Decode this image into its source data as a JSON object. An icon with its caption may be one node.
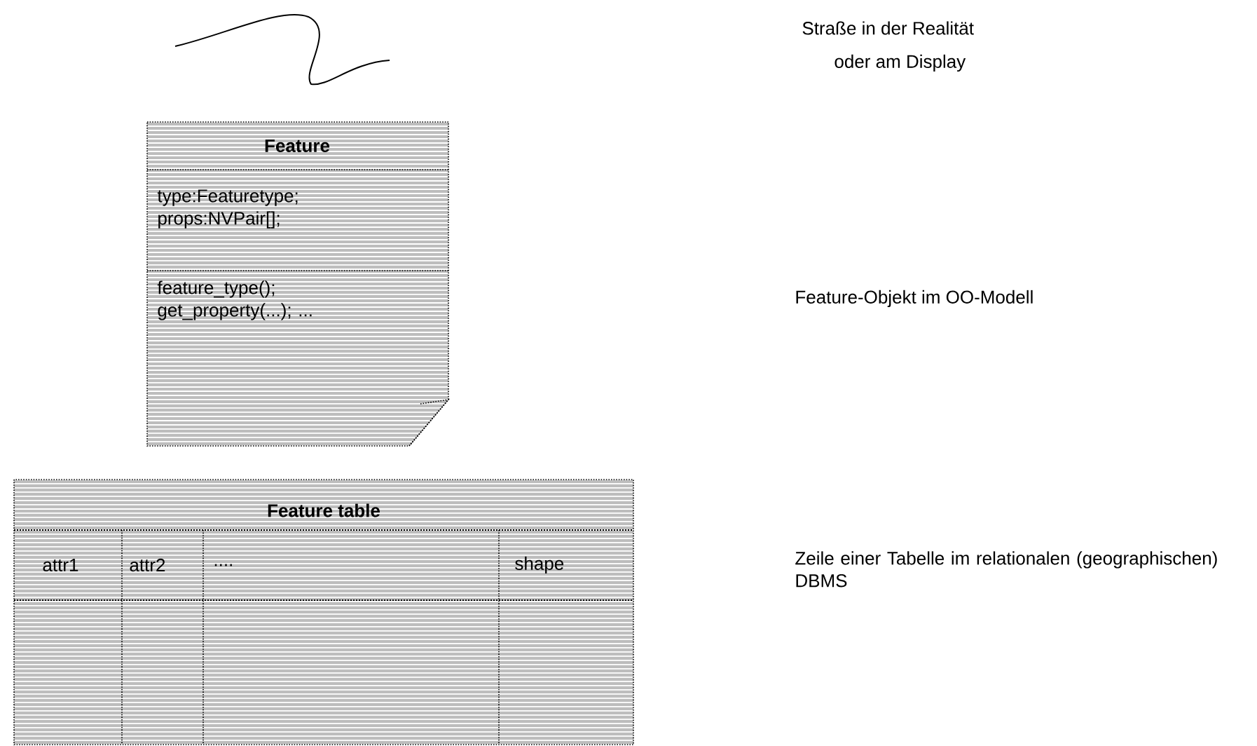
{
  "diagram": {
    "nodes": [
      {
        "text": [
          "Feature",
          "type:Featuretype; props:NVPair[];",
          "feature_type(); get_property(...); ..."
        ]
      },
      {
        "text": [
          "Feature table",
          "attr1",
          "attr2",
          "....",
          "shape"
        ]
      }
    ],
    "labels": [
      "Straße in der Realität",
      "oder am Display",
      "Feature-Objekt im OO-Modell",
      "Zeile einer Tabelle im relationalen (geographischen) DBMS"
    ]
  }
}
